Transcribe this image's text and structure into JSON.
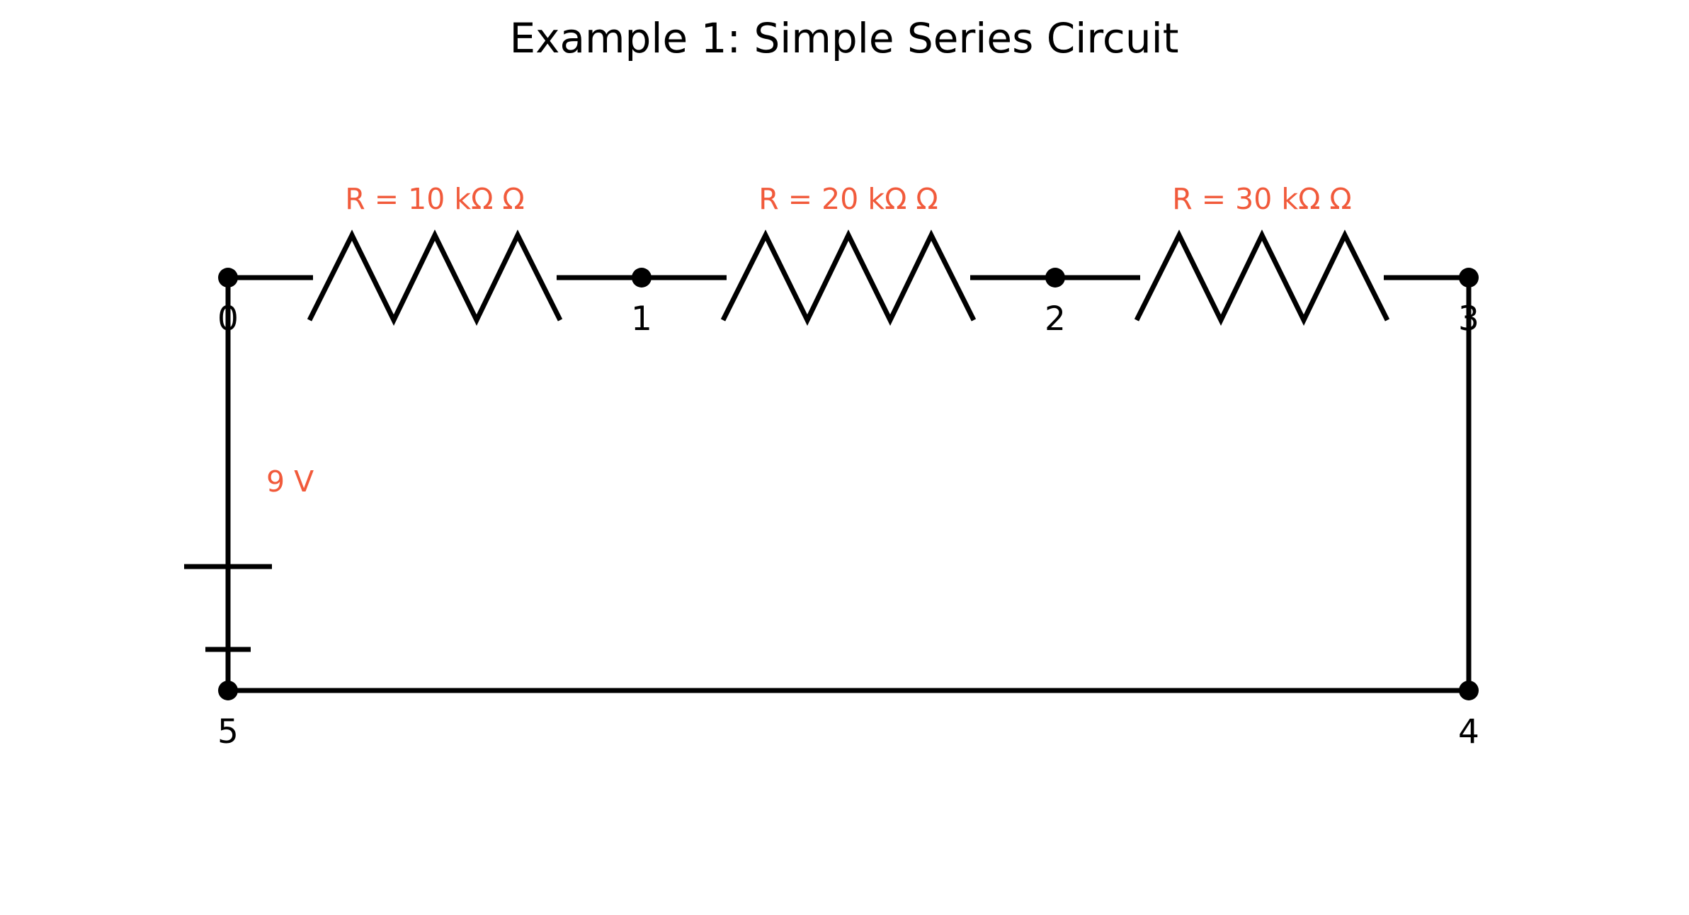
{
  "title": "Example 1: Simple Series Circuit",
  "colors": {
    "wire": "#000000",
    "label": "#f15a3b"
  },
  "nodes": [
    {
      "id": "0",
      "label": "0"
    },
    {
      "id": "1",
      "label": "1"
    },
    {
      "id": "2",
      "label": "2"
    },
    {
      "id": "3",
      "label": "3"
    },
    {
      "id": "4",
      "label": "4"
    },
    {
      "id": "5",
      "label": "5"
    }
  ],
  "components": [
    {
      "type": "resistor",
      "from": "0",
      "to": "1",
      "label": "R = 10 kΩ Ω"
    },
    {
      "type": "resistor",
      "from": "1",
      "to": "2",
      "label": "R = 20 kΩ Ω"
    },
    {
      "type": "resistor",
      "from": "2",
      "to": "3",
      "label": "R = 30 kΩ Ω"
    },
    {
      "type": "wire",
      "from": "3",
      "to": "4"
    },
    {
      "type": "wire",
      "from": "4",
      "to": "5"
    },
    {
      "type": "battery",
      "from": "5",
      "to": "0",
      "label": "9 V"
    }
  ]
}
